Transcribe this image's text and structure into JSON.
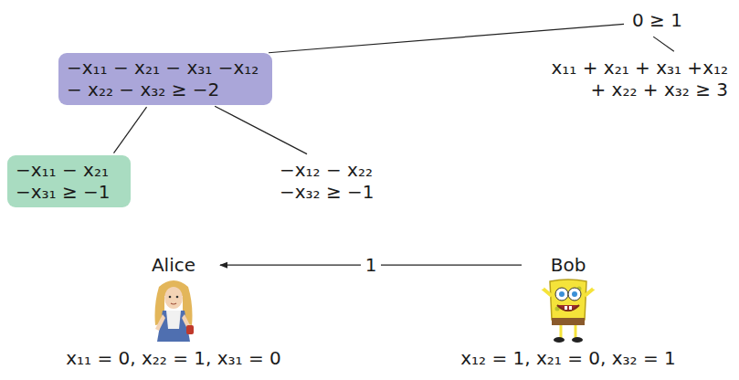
{
  "diagram": {
    "nodes": [
      {
        "text": [
          "0 ≥ 1"
        ]
      },
      {
        "text": [
          "−x₁₁ − x₂₁ − x₃₁ −x₁₂ − x₂₂ − x₃₂ ≥ −2"
        ]
      },
      {
        "text": [
          "x₁₁ + x₂₁ + x₃₁ +x₁₂ + x₂₂ + x₃₂ ≥ 3"
        ]
      },
      {
        "text": [
          "−x₁₁ − x₂₁ −x₃₁ ≥ −1"
        ]
      },
      {
        "text": [
          "−x₁₂ − x₂₂ −x₃₂ ≥ −1"
        ]
      },
      {
        "text": [
          "Alice",
          "x₁₁ = 0, x₂₂ = 1, x₃₁ = 0"
        ]
      },
      {
        "text": [
          "Bob",
          "x₁₂ = 1, x₂₁ = 0, x₃₂ = 1"
        ]
      }
    ],
    "edges": [
      {
        "from": 0,
        "to": 1,
        "arrow": "none"
      },
      {
        "from": 0,
        "to": 2,
        "arrow": "none"
      },
      {
        "from": 1,
        "to": 3,
        "arrow": "none"
      },
      {
        "from": 1,
        "to": 4,
        "arrow": "none"
      },
      {
        "from": 6,
        "to": 5,
        "label": "1",
        "arrow": "to"
      }
    ]
  }
}
